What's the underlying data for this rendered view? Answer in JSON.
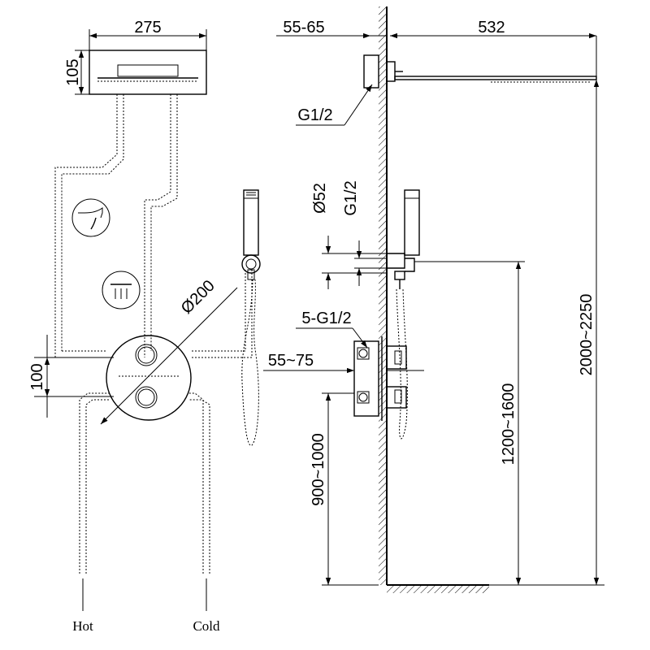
{
  "dimensions": {
    "overhead_width": "275",
    "overhead_height": "105",
    "mount_depth": "55-65",
    "arm_length": "532",
    "thread_top": "G1/2",
    "holder_diameter": "Ø52",
    "holder_thread": "G1/2",
    "valve_diameter": "Ø200",
    "valve_threads": "5-G1/2",
    "valve_depth": "55~75",
    "valve_offset": "100",
    "valve_height": "900~1000",
    "holder_height": "1200~1600",
    "shower_height": "2000~2250"
  },
  "labels": {
    "hot": "Hot",
    "cold": "Cold"
  },
  "icons": [
    "spout-icon",
    "rain-shower-icon"
  ]
}
